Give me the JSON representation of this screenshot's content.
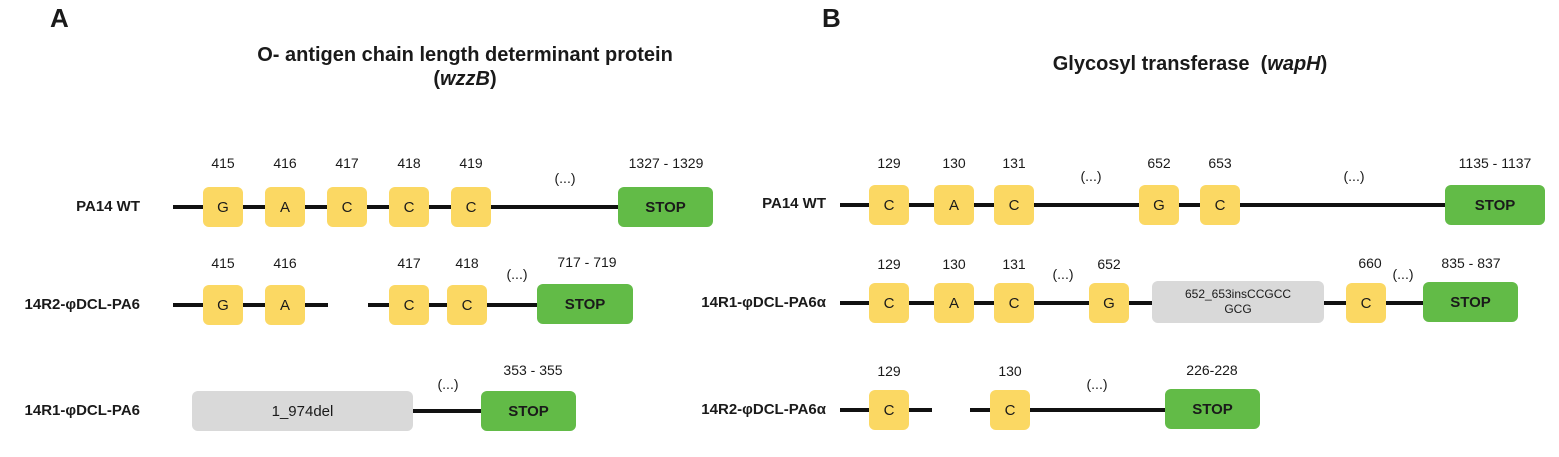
{
  "panel_a": {
    "letter": "A",
    "title_line1": "O- antigen chain length determinant protein",
    "title_gene": "wzzB",
    "rows": [
      {
        "label": "PA14 WT",
        "positions": [
          "415",
          "416",
          "417",
          "418",
          "419",
          "1327 - 1329"
        ],
        "bases": [
          "G",
          "A",
          "C",
          "C",
          "C"
        ],
        "ellipsis": "(...)",
        "stop": "STOP"
      },
      {
        "label": "14R2-φDCL-PA6",
        "positions": [
          "415",
          "416",
          "417",
          "418",
          "717 - 719"
        ],
        "bases": [
          "G",
          "A",
          "C",
          "C"
        ],
        "ellipsis": "(...)",
        "stop": "STOP"
      },
      {
        "label": "14R1-φDCL-PA6",
        "positions": [
          "353 - 355"
        ],
        "deletion": "1_974del",
        "ellipsis": "(...)",
        "stop": "STOP"
      }
    ]
  },
  "panel_b": {
    "letter": "B",
    "title_prefix": "Glycosyl transferase",
    "title_gene": "wapH",
    "rows": [
      {
        "label": "PA14 WT",
        "positions": [
          "129",
          "130",
          "131",
          "652",
          "653",
          "1135 - 1137"
        ],
        "bases": [
          "C",
          "A",
          "C",
          "G",
          "C"
        ],
        "ellipsis": [
          "(...)",
          "(...)"
        ],
        "stop": "STOP"
      },
      {
        "label": "14R1-φDCL-PA6α",
        "positions": [
          "129",
          "130",
          "131",
          "652",
          "660",
          "835 - 837"
        ],
        "bases": [
          "C",
          "A",
          "C",
          "G",
          "C"
        ],
        "insertion_line1": "652_653insCCGCC",
        "insertion_line2": "GCG",
        "ellipsis": [
          "(...)",
          "(...)"
        ],
        "stop": "STOP"
      },
      {
        "label": "14R2-φDCL-PA6α",
        "positions": [
          "129",
          "130",
          "226-228"
        ],
        "bases": [
          "C",
          "C"
        ],
        "ellipsis": "(...)",
        "stop": "STOP"
      }
    ]
  }
}
